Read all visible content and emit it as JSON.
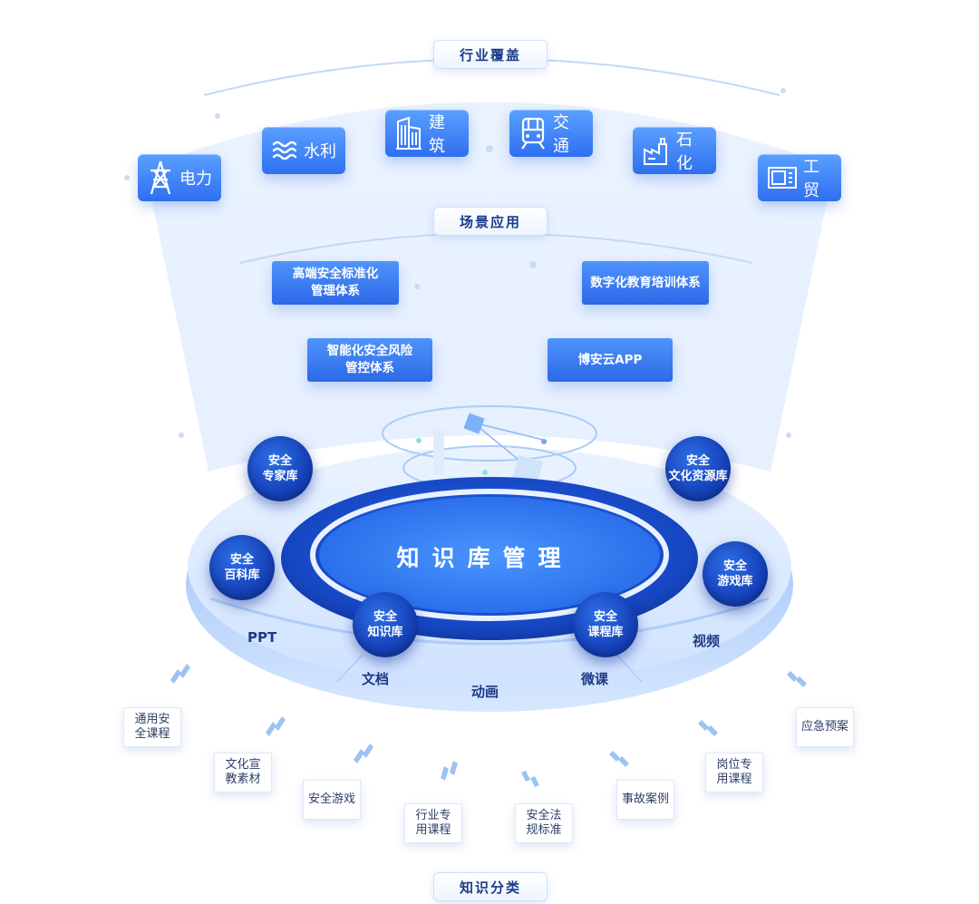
{
  "headers": {
    "industry": "行业覆盖",
    "scenarios": "场景应用",
    "categories": "知识分类"
  },
  "industries": [
    {
      "label": "电力",
      "icon": "power-tower-icon"
    },
    {
      "label": "水利",
      "icon": "water-waves-icon"
    },
    {
      "label": "建筑",
      "icon": "building-icon"
    },
    {
      "label": "交通",
      "icon": "train-icon"
    },
    {
      "label": "石化",
      "icon": "factory-icon"
    },
    {
      "label": "工贸",
      "icon": "trade-icon"
    }
  ],
  "scenarios": [
    [
      "高端安全标准化",
      "管理体系"
    ],
    [
      "数字化教育培训体系"
    ],
    [
      "智能化安全风险",
      "管控体系"
    ],
    [
      "博安云APP"
    ]
  ],
  "center": {
    "title": "知识库管理"
  },
  "libraries": [
    [
      "安全",
      "专家库"
    ],
    [
      "安全",
      "文化资源库"
    ],
    [
      "安全",
      "百科库"
    ],
    [
      "安全",
      "游戏库"
    ],
    [
      "安全",
      "知识库"
    ],
    [
      "安全",
      "课程库"
    ]
  ],
  "formats": [
    "PPT",
    "文档",
    "动画",
    "微课",
    "视频"
  ],
  "categories": [
    [
      "通用安",
      "全课程"
    ],
    [
      "文化宣",
      "教素材"
    ],
    [
      "安全游戏"
    ],
    [
      "行业专",
      "用课程"
    ],
    [
      "安全法",
      "规标准"
    ],
    [
      "事故案例"
    ],
    [
      "岗位专",
      "用课程"
    ],
    [
      "应急预案"
    ]
  ],
  "colors": {
    "primary": "#2f6ff0",
    "dark": "#1541b8",
    "text": "#1b3b8c"
  }
}
